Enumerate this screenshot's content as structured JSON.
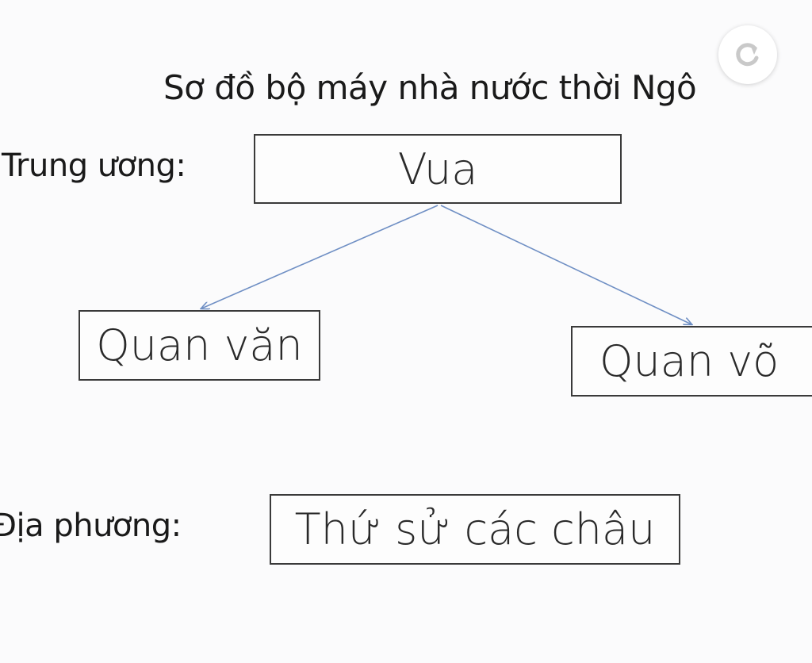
{
  "title": "Sơ đồ bộ máy nhà nước thời Ngô",
  "levels": {
    "central": {
      "label": "Trung ương:"
    },
    "local": {
      "label": "Địa phương:"
    }
  },
  "nodes": {
    "king": "Vua",
    "civil_officials": "Quan văn",
    "military_officials": "Quan võ",
    "provincial_governors": "Thứ sử các châu"
  },
  "edges": [
    {
      "from": "king",
      "to": "civil_officials"
    },
    {
      "from": "king",
      "to": "military_officials"
    }
  ],
  "colors": {
    "arrow": "#6f8fc4",
    "box_border": "#3a3a3a",
    "background": "#fbfbfc"
  },
  "controls": {
    "refresh_icon": "refresh-icon"
  }
}
